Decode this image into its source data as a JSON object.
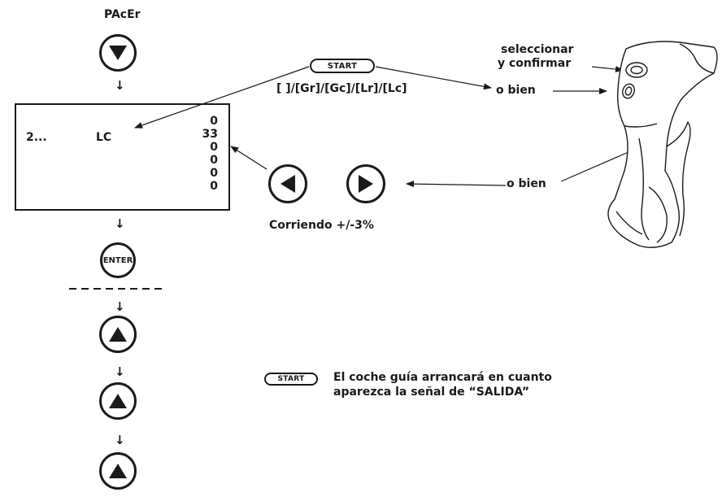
{
  "left_column": {
    "top_label": "PAcEr",
    "enter_label": "ENTER",
    "down_arrow": "↓"
  },
  "display": {
    "left_text": "2...",
    "mid_text": "LC",
    "values": [
      "0",
      "33",
      "0",
      "0",
      "0",
      "0"
    ]
  },
  "start_button_label": "START",
  "mode_options": "[ ]/[Gr]/[Gc]/[Lr]/[Lc]",
  "speed_label": "Corriendo +/-3%",
  "controller": {
    "select_confirm_line1": "seleccionar",
    "select_confirm_line2": "y confirmar",
    "or_label_top": "o bien",
    "or_label_mid": "o bien"
  },
  "bottom_note": {
    "start_label": "START",
    "line1": "El coche guía arrancará en cuanto",
    "line2": "aparezca la señal de “SALIDA”"
  }
}
